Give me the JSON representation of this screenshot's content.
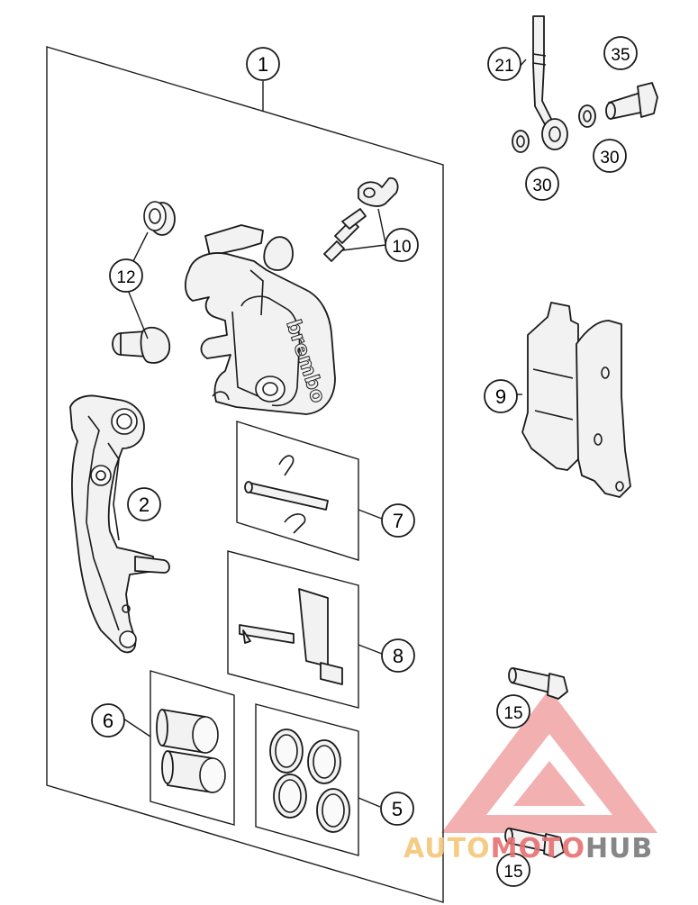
{
  "callouts": {
    "c1": "1",
    "c2": "2",
    "c5": "5",
    "c6": "6",
    "c7": "7",
    "c8": "8",
    "c9": "9",
    "c10": "10",
    "c12": "12",
    "c15a": "15",
    "c15b": "15",
    "c21": "21",
    "c30a": "30",
    "c30b": "30",
    "c35": "35"
  },
  "caliper_logo_text": "brembo",
  "watermark": {
    "part1": "AUTO",
    "part2": "MOTO",
    "part3": "HUB",
    "color_orange": "#f5c77a",
    "color_red": "#e87070",
    "color_gray": "#7a7a7a"
  }
}
